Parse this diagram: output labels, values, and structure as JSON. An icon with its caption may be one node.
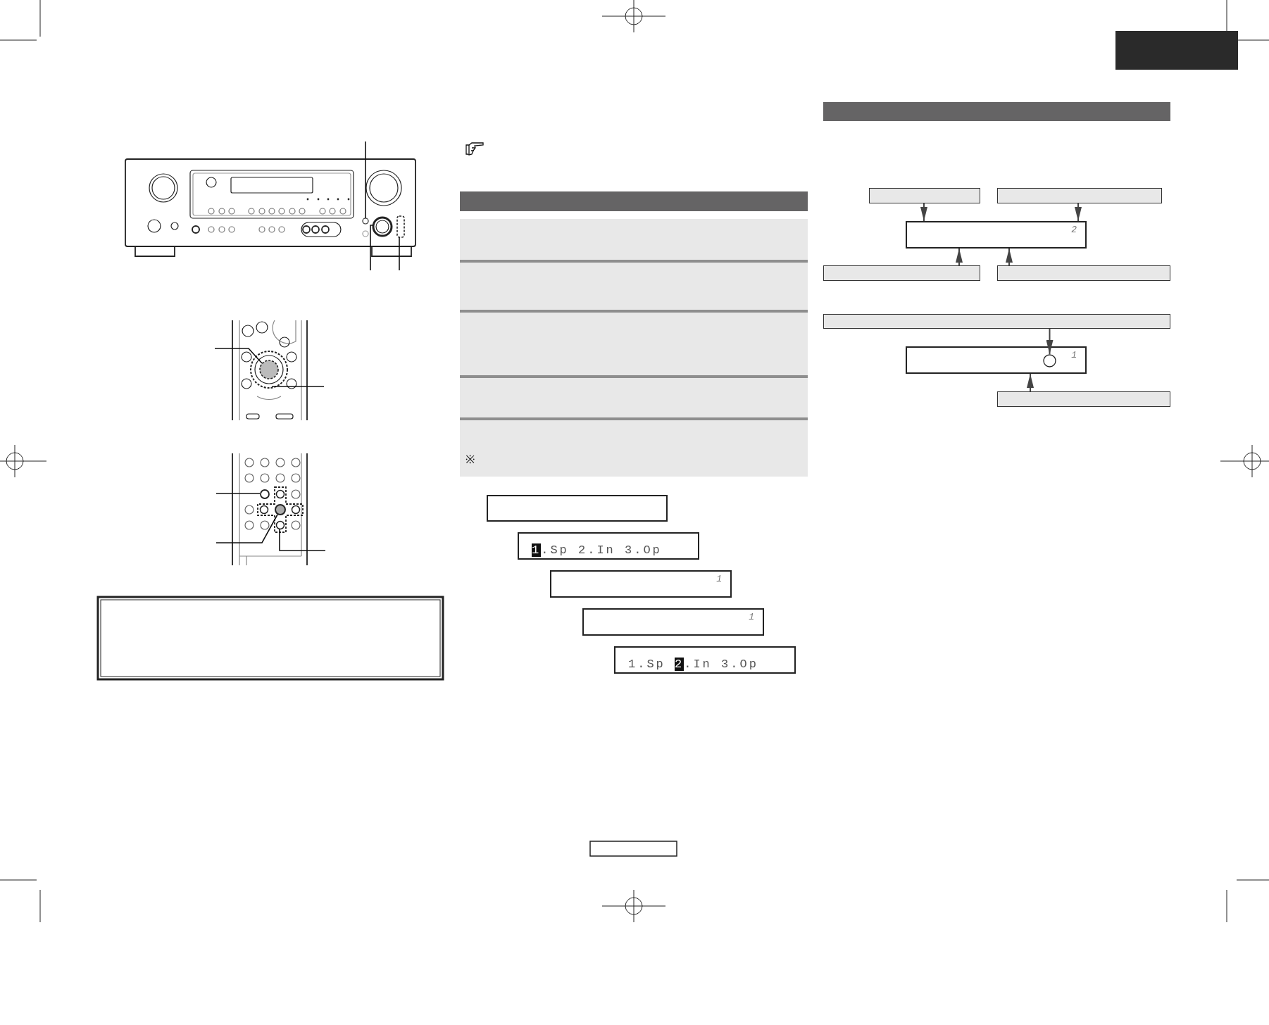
{
  "diagram": {
    "nodes": [
      {
        "text": [],
        "shape": "box"
      },
      {
        "text": [
          "**1**.Sp 2.In 3.Op"
        ]
      },
      {
        "text": [
          "1"
        ]
      },
      {
        "text": [
          "1"
        ]
      },
      {
        "text": [
          "1.Sp **2**.In 3.Op"
        ]
      },
      {
        "text": [],
        "shape": "box"
      },
      {
        "text": [],
        "shape": "box"
      },
      {
        "text": [
          "2"
        ]
      },
      {
        "text": [],
        "shape": "box"
      },
      {
        "text": [],
        "shape": "box"
      },
      {
        "text": [],
        "shape": "box"
      },
      {
        "text": [
          "1"
        ]
      },
      {
        "text": [],
        "shape": "circle",
        "in": 11
      },
      {
        "text": [],
        "shape": "box"
      }
    ],
    "edges": [
      {
        "from": 5,
        "to": 7,
        "arrow": "to"
      },
      {
        "from": 6,
        "to": 7,
        "arrow": "to"
      },
      {
        "from": 8,
        "to": 7,
        "arrow": "to"
      },
      {
        "from": 9,
        "to": 7,
        "arrow": "to"
      },
      {
        "from": 10,
        "to": 12,
        "arrow": "to"
      },
      {
        "from": 13,
        "to": 11,
        "arrow": "to"
      }
    ],
    "labels": [
      "※"
    ]
  }
}
